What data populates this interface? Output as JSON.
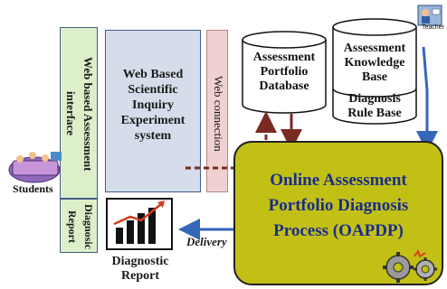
{
  "interface": {
    "label": "Web based Assessment\ninterface"
  },
  "report_panel": {
    "label": "Diagnosic\nReport"
  },
  "experiment": {
    "label": "Web Based\nScientific\nInquiry\nExperiment\nsystem"
  },
  "connection": {
    "label": "Web connection"
  },
  "portfolio_db": {
    "label": "Assessment\nPortfolio\nDatabase"
  },
  "knowledge_db": {
    "label": "Assessment\nKnowledge\nBase",
    "rule_label": "Diagnosis\nRule Base"
  },
  "oapdp": {
    "label": "Online Assessment\nPortfolio Diagnosis\nProcess (OAPDP)"
  },
  "teacher": {
    "label": "Teacher"
  },
  "students": {
    "label": "Students"
  },
  "delivery": {
    "label": "Delivery"
  },
  "diagnostic_report": {
    "label": "Diagnostic\nReport"
  },
  "colors": {
    "interface_fill": "#dcefc9",
    "experiment_fill": "#d4dde9",
    "connection_fill": "#efd1d1",
    "oapdp_fill": "#c2c015",
    "oapdp_text": "#1a2d8c",
    "arrow_blue": "#3566b8",
    "arrow_brown": "#7a2a22"
  }
}
